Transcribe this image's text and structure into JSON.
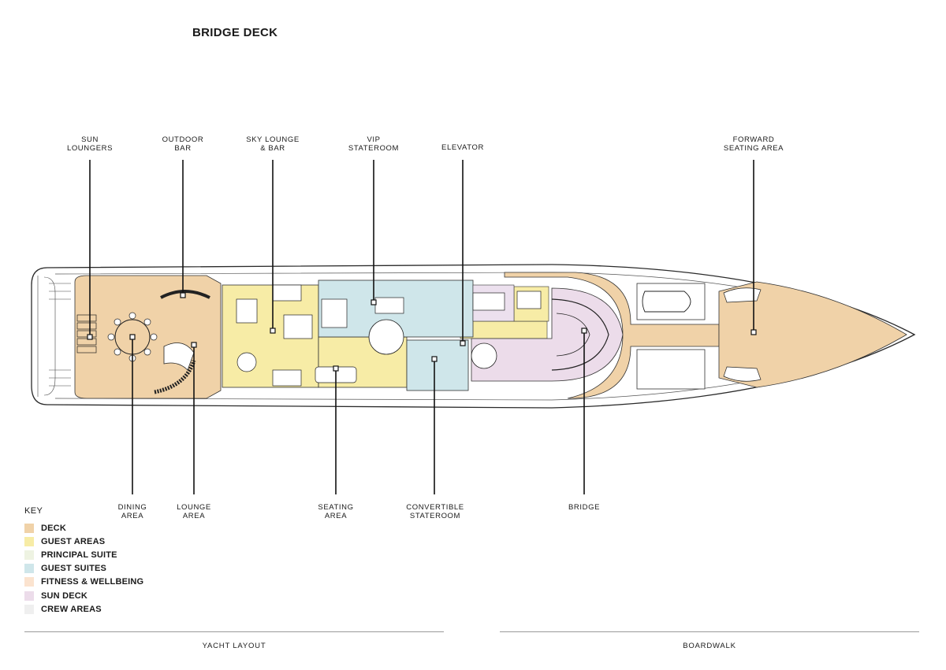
{
  "title": "BRIDGE DECK",
  "labels_top": [
    {
      "id": "sun-loungers",
      "text": "SUN\nLOUNGERS"
    },
    {
      "id": "outdoor-bar",
      "text": "OUTDOOR\nBAR"
    },
    {
      "id": "sky-lounge",
      "text": "SKY LOUNGE\n& BAR"
    },
    {
      "id": "vip-stateroom",
      "text": "VIP\nSTATEROOM"
    },
    {
      "id": "elevator",
      "text": "ELEVATOR"
    },
    {
      "id": "forward-seating",
      "text": "FORWARD\nSEATING AREA"
    }
  ],
  "labels_bottom": [
    {
      "id": "dining-area",
      "text": "DINING\nAREA"
    },
    {
      "id": "lounge-area",
      "text": "LOUNGE\nAREA"
    },
    {
      "id": "seating-area",
      "text": "SEATING\nAREA"
    },
    {
      "id": "convertible-stateroom",
      "text": "CONVERTIBLE\nSTATEROOM"
    },
    {
      "id": "bridge",
      "text": "BRIDGE"
    }
  ],
  "key": {
    "title": "KEY",
    "items": [
      {
        "label": "DECK",
        "color": "#f0d2a8"
      },
      {
        "label": "GUEST AREAS",
        "color": "#f7eca6"
      },
      {
        "label": "PRINCIPAL SUITE",
        "color": "#eef3e2"
      },
      {
        "label": "GUEST SUITES",
        "color": "#cfe6ea"
      },
      {
        "label": "FITNESS & WELLBEING",
        "color": "#fbe3cf"
      },
      {
        "label": "SUN DECK",
        "color": "#ecdcea"
      },
      {
        "label": "CREW AREAS",
        "color": "#efefef"
      }
    ]
  },
  "footer": {
    "left": "YACHT LAYOUT",
    "right": "BOARDWALK"
  }
}
